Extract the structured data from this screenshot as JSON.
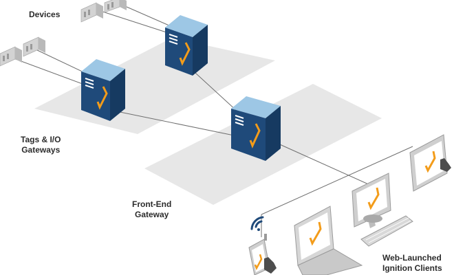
{
  "labels": {
    "devices": "Devices",
    "tags_gateways_line1": "Tags & I/O",
    "tags_gateways_line2": "Gateways",
    "front_end_line1": "Front-End",
    "front_end_line2": "Gateway",
    "clients_line1": "Web-Launched",
    "clients_line2": "Ignition Clients"
  },
  "colors": {
    "server_front": "#1f4a7a",
    "server_side": "#163a61",
    "server_top": "#9cc6e4",
    "brand_check": "#f39c1a",
    "platform": "#e6e6e6",
    "connector": "#6b6b6b",
    "device_body": "#d4d4d4"
  },
  "icons": [
    "server-icon",
    "plc-device-icon",
    "monitor-icon",
    "laptop-icon",
    "tablet-icon",
    "phone-icon",
    "wifi-icon",
    "hand-pointer-icon",
    "keyboard-icon",
    "check-logo-icon"
  ]
}
